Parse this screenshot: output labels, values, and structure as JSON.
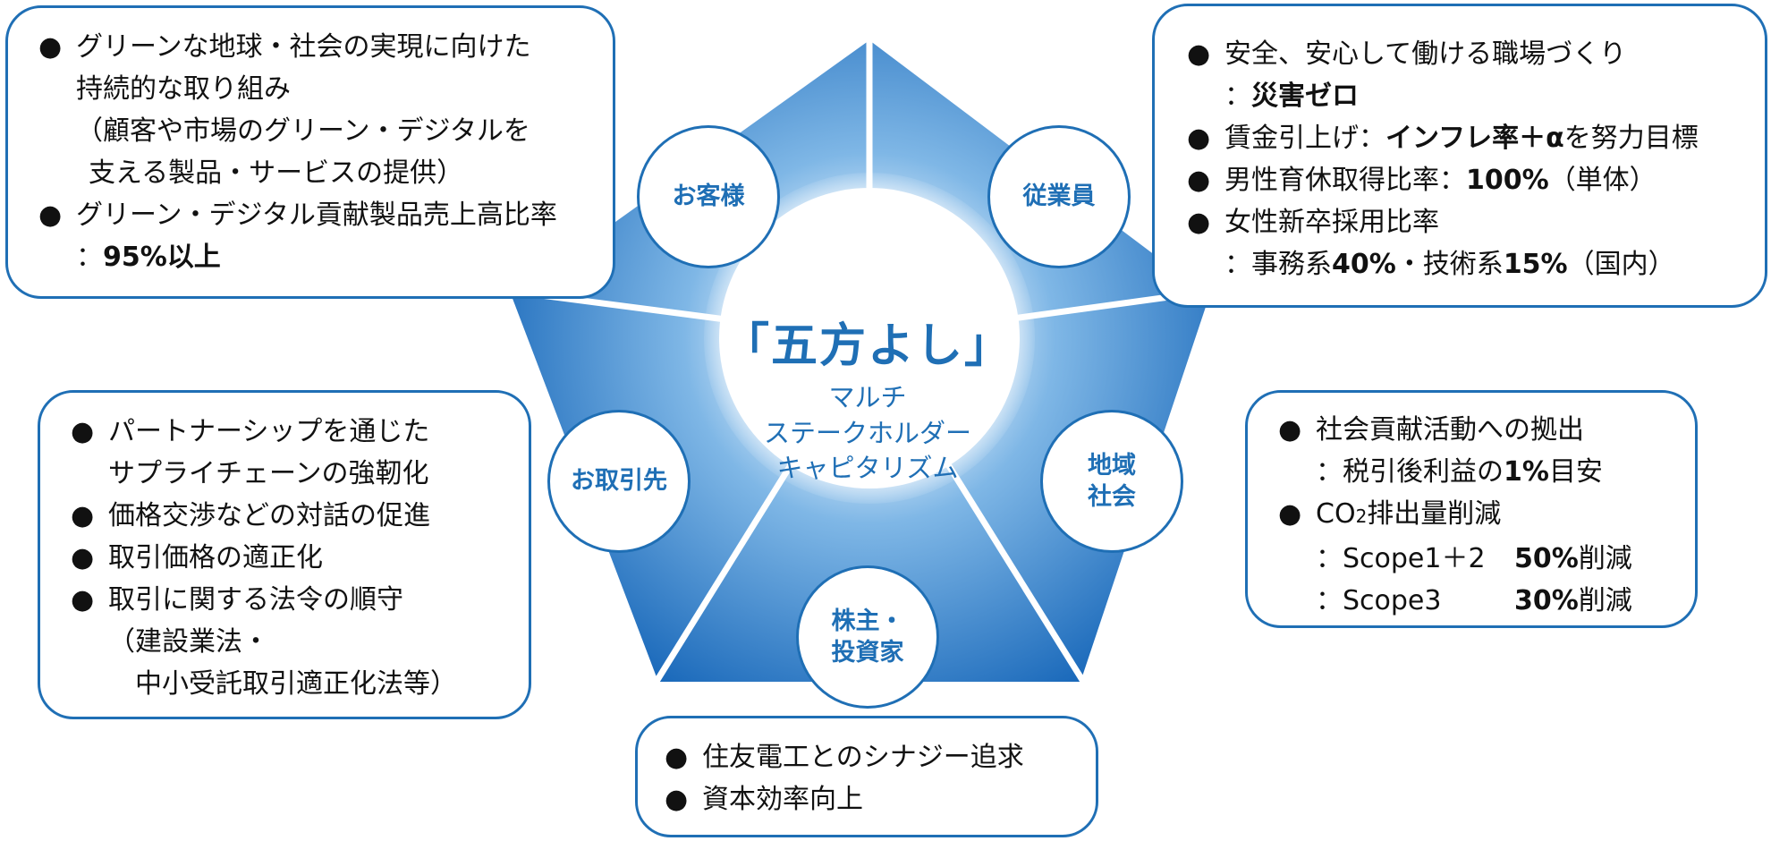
{
  "center": {
    "title": "「五方よし」",
    "subtitle_lines": [
      "マルチ",
      "ステークホルダー",
      "キャピタリズム"
    ]
  },
  "stakeholders": {
    "customers": "お客様",
    "employees": "従業員",
    "community_line1": "地域",
    "community_line2": "社会",
    "shareholders_line1": "株主・",
    "shareholders_line2": "投資家",
    "suppliers": "お取引先"
  },
  "bullet": "●",
  "customers_box": {
    "item1_line1": "グリーンな地球・社会の実現に向けた",
    "item1_line2": "持続的な取り組み",
    "item1_line3": "（顧客や市場のグリーン・デジタルを",
    "item1_line4": "支える製品・サービスの提供）",
    "item2_line1": "グリーン・デジタル貢献製品売上高比率",
    "item2_prefix": "：",
    "item2_value": "95%以上"
  },
  "employees_box": {
    "item1_line1": "安全、安心して働ける職場づくり",
    "item1_prefix": "：",
    "item1_value": "災害ゼロ",
    "item2_label": "賃金引上げ：",
    "item2_value": "インフレ率＋α",
    "item2_suffix": "を努力目標",
    "item3_label": "男性育休取得比率：",
    "item3_value": "100%",
    "item3_suffix": "（単体）",
    "item4_line1": "女性新卒採用比率",
    "item4_pre1": "：事務系",
    "item4_val1": "40%",
    "item4_pre2": "・技術系",
    "item4_val2": "15%",
    "item4_suffix": "（国内）"
  },
  "suppliers_box": {
    "item1_line1": "パートナーシップを通じた",
    "item1_line2": "サプライチェーンの強靭化",
    "item2": "価格交渉などの対話の促進",
    "item3": "取引価格の適正化",
    "item4_line1": "取引に関する法令の順守",
    "item4_line2": "（建設業法・",
    "item4_line3": "中小受託取引適正化法等）"
  },
  "community_box": {
    "item1_line1": "社会貢献活動への拠出",
    "item1_pre": "：税引後利益の",
    "item1_value": "1%",
    "item1_suffix": "目安",
    "item2_line1_a": "CO",
    "item2_line1_sub": "2",
    "item2_line1_b": "排出量削減",
    "scope12_label": "：Scope1＋2",
    "scope12_value": "50%",
    "scope12_suffix": "削減",
    "scope3_label": "：Scope3",
    "scope3_value": "30%",
    "scope3_suffix": "削減"
  },
  "shareholders_box": {
    "item1": "住友電工とのシナジー追求",
    "item2": "資本効率向上"
  },
  "colors": {
    "accent": "#1f6fb5",
    "pentagon_dark": "#1565b8",
    "pentagon_light": "#cfe6fa"
  }
}
